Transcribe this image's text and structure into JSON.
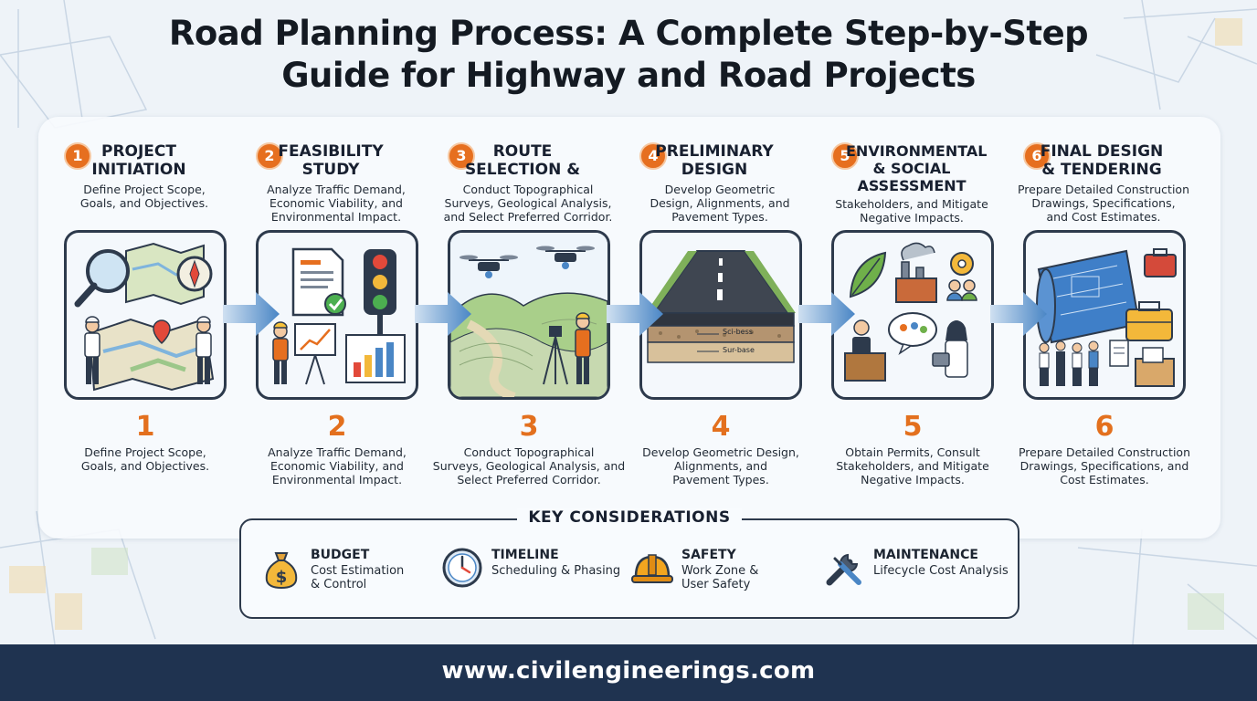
{
  "title_line1": "Road Planning Process: A Complete Step-by-Step",
  "title_line2": "Guide for Highway and Road Projects",
  "steps": [
    {
      "number": "1",
      "title_line1": "PROJECT",
      "title_line2": "INITIATION",
      "desc_top": [
        "Define Project Scope,",
        "Goals, and Objectives."
      ],
      "big_number": "1",
      "desc_bottom": [
        "Define Project Scope,",
        "Goals, and Objectives."
      ]
    },
    {
      "number": "2",
      "title_line1": "FEASIBILITY",
      "title_line2": "STUDY",
      "desc_top": [
        "Analyze Traffic Demand,",
        "Economic Viability, and",
        "Environmental Impact."
      ],
      "big_number": "2",
      "desc_bottom": [
        "Analyze Traffic Demand,",
        "Economic Viability, and",
        "Environmental Impact."
      ]
    },
    {
      "number": "3",
      "title_line1": "ROUTE",
      "title_line2": "SELECTION &",
      "desc_top": [
        "Conduct Topographical",
        "Surveys, Geological Analysis,",
        "and Select Preferred Corridor."
      ],
      "big_number": "3",
      "desc_bottom": [
        "Conduct Topographical",
        "Surveys, Geological Analysis, and",
        "Select Preferred Corridor."
      ]
    },
    {
      "number": "4",
      "title_line1": "PRELIMINARY",
      "title_line2": "DESIGN",
      "desc_top": [
        "Develop Geometric",
        "Design, Alignments, and",
        "Pavement Types."
      ],
      "big_number": "4",
      "desc_bottom": [
        "Develop Geometric Design,",
        "Alignments, and",
        "Pavement Types."
      ],
      "layer_labels": [
        "Sci-bess",
        "Sur-base"
      ]
    },
    {
      "number": "5",
      "title_line1": "ENVIRONMENTAL",
      "title_line2": "& SOCIAL",
      "title_line3": "ASSESSMENT",
      "desc_top": [
        "Stakeholders, and Mitigate",
        "Negative Impacts."
      ],
      "big_number": "5",
      "desc_bottom": [
        "Obtain Permits, Consult",
        "Stakeholders, and Mitigate",
        "Negative Impacts."
      ]
    },
    {
      "number": "6",
      "title_line1": "FINAL DESIGN",
      "title_line2": "& TENDERING",
      "desc_top": [
        "Prepare Detailed Construction",
        "Drawings, Specifications,",
        "and Cost Estimates."
      ],
      "big_number": "6",
      "desc_bottom": [
        "Prepare Detailed Construction",
        "Drawings, Specifications, and",
        "Cost Estimates."
      ]
    }
  ],
  "key_considerations": {
    "title": "KEY CONSIDERATIONS",
    "items": [
      {
        "name": "BUDGET",
        "desc_line1": "Cost Estimation",
        "desc_line2": "& Control",
        "icon": "money-bag-icon"
      },
      {
        "name": "TIMELINE",
        "desc_line1": "Scheduling & Phasing",
        "desc_line2": "",
        "icon": "clock-icon"
      },
      {
        "name": "SAFETY",
        "desc_line1": "Work Zone &",
        "desc_line2": "User Safety",
        "icon": "hard-hat-icon"
      },
      {
        "name": "MAINTENANCE",
        "desc_line1": "Lifecycle Cost Analysis",
        "desc_line2": "",
        "icon": "wrench-screwdriver-icon"
      }
    ]
  },
  "footer_url": "www.civilengineerings.com",
  "colors": {
    "accent_orange": "#e66f1f",
    "arrow_blue": "#4a86c5",
    "footer_navy": "#1f3350",
    "outline": "#2d3a4c"
  }
}
